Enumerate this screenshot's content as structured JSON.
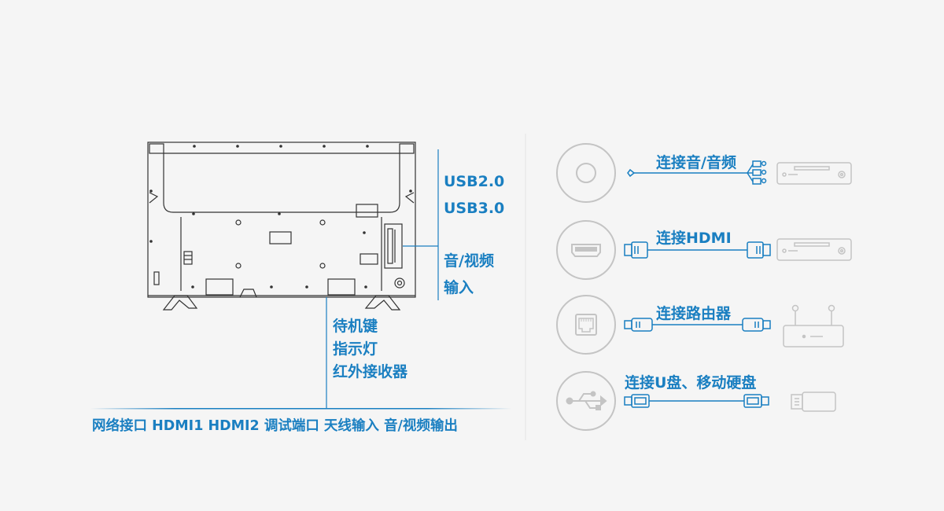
{
  "colors": {
    "accent": "#1a7fc1",
    "outline": "#333333",
    "device_gray": "#c4c4c4",
    "background": "#f5f5f5"
  },
  "tv": {
    "right_labels": {
      "usb2": "USB2.0",
      "usb3": "USB3.0",
      "av_in_line1": "音/视频",
      "av_in_line2": "输入"
    },
    "bottom_labels": {
      "standby_key": "待机键",
      "indicator_light": "指示灯",
      "ir_receiver": "红外接收器"
    },
    "bottom_ports": "网络接口 HDMI1 HDMI2 调试端口 天线输入 音/视频输出"
  },
  "connections": [
    {
      "label": "连接音/音频",
      "port_icon": "disc-icon",
      "cable_icon": "av-cable-icon",
      "device_icon": "dvd-player-icon"
    },
    {
      "label": "连接HDMI",
      "port_icon": "hdmi-port-icon",
      "cable_icon": "hdmi-cable-icon",
      "device_icon": "set-top-box-icon"
    },
    {
      "label": "连接路由器",
      "port_icon": "ethernet-port-icon",
      "cable_icon": "ethernet-cable-icon",
      "device_icon": "router-icon"
    },
    {
      "label": "连接U盘、移动硬盘",
      "port_icon": "usb-icon",
      "cable_icon": "usb-cable-icon",
      "device_icon": "usb-drive-icon"
    }
  ]
}
